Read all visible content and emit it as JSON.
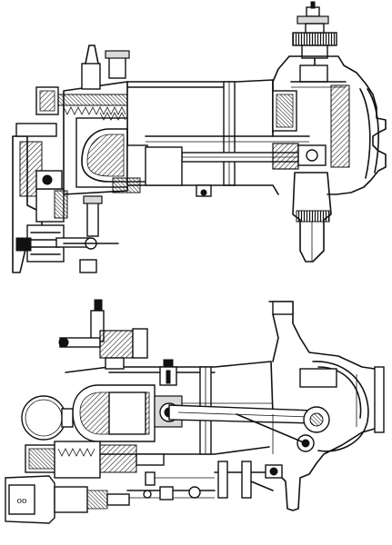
{
  "figure": {
    "views": [
      {
        "id": "upper",
        "description_shown": false
      },
      {
        "id": "lower",
        "description_shown": false
      }
    ],
    "colors": {
      "ink": "#111111",
      "paper": "#ffffff",
      "hatch_fill": "#d9d9d9"
    },
    "labels": {
      "cap_marking": "oo"
    }
  }
}
